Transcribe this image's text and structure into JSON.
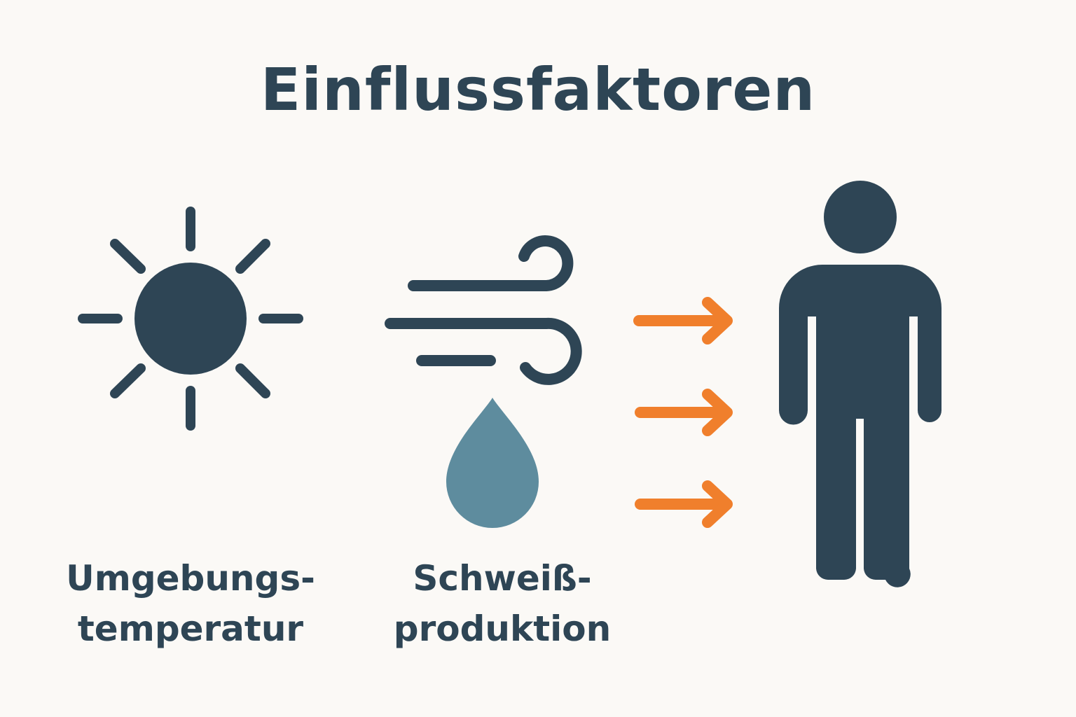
{
  "title": "Einflussfaktoren",
  "factors": [
    {
      "icon": "sun-icon",
      "label_line1": "Umgebungs-",
      "label_line2": "temperatur"
    },
    {
      "icon": "wind-icon",
      "label_line1": "Schweiß-",
      "label_line2": "produktion"
    }
  ],
  "colors": {
    "background": "#fbf9f6",
    "primary": "#2e4555",
    "accent": "#f07f2c",
    "drop": "#5e8c9e"
  }
}
